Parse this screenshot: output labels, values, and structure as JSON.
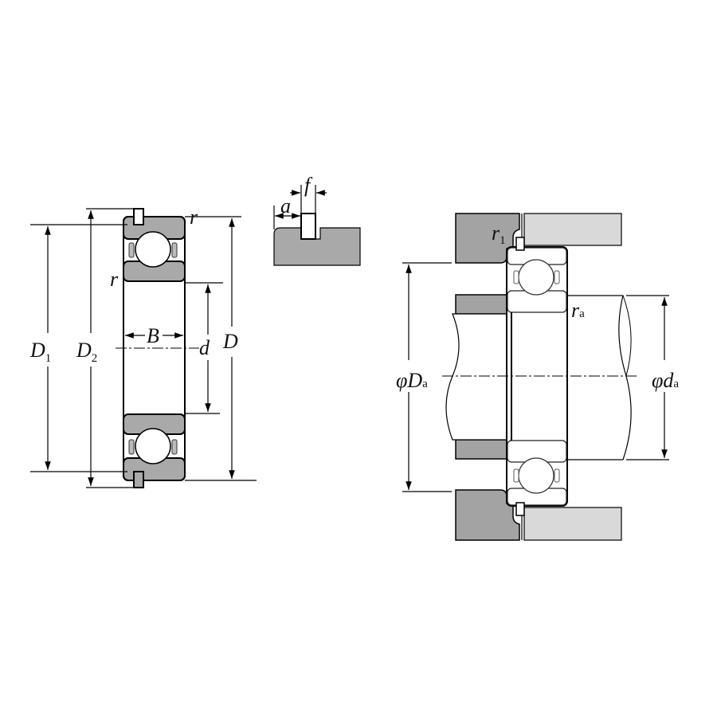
{
  "title": "Deep groove ball bearing with snap ring - dimensions and mounting",
  "colors": {
    "ring_fill": "#a9a9a9",
    "housing_dark": "#a3a3a3",
    "shaft_light": "#d9d9d9",
    "line": "#000000"
  },
  "bearing_view": {
    "labels": {
      "D1_main": "D",
      "D1_sub": "1",
      "D2_main": "D",
      "D2_sub": "2",
      "B": "B",
      "d": "d",
      "D": "D",
      "r_top": "r",
      "r_left": "r"
    }
  },
  "groove_detail": {
    "labels": {
      "a": "a",
      "f": "f"
    }
  },
  "mounting_view": {
    "labels": {
      "Da_phi": "φ",
      "Da_main": "D",
      "Da_sub": "a",
      "da_phi": "φ",
      "da_main": "d",
      "da_sub": "a",
      "r1_main": "r",
      "r1_sub": "1",
      "ra_main": "r",
      "ra_sub": "a"
    }
  }
}
